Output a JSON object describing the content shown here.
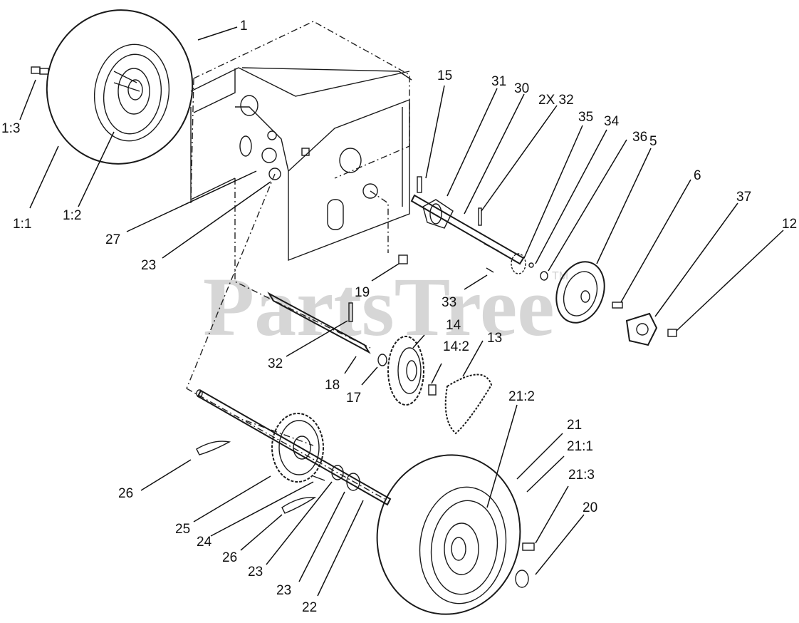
{
  "watermark": {
    "text": "PartsTree",
    "trademark": "TM"
  },
  "callouts": [
    {
      "id": "c-1",
      "text": "1"
    },
    {
      "id": "c-1-3",
      "text": "1:3"
    },
    {
      "id": "c-1-1",
      "text": "1:1"
    },
    {
      "id": "c-1-2",
      "text": "1:2"
    },
    {
      "id": "c-27",
      "text": "27"
    },
    {
      "id": "c-23a",
      "text": "23"
    },
    {
      "id": "c-15",
      "text": "15"
    },
    {
      "id": "c-31",
      "text": "31"
    },
    {
      "id": "c-30",
      "text": "30"
    },
    {
      "id": "c-2x32",
      "text": "2X 32"
    },
    {
      "id": "c-35",
      "text": "35"
    },
    {
      "id": "c-34",
      "text": "34"
    },
    {
      "id": "c-36",
      "text": "36"
    },
    {
      "id": "c-5",
      "text": "5"
    },
    {
      "id": "c-6",
      "text": "6"
    },
    {
      "id": "c-37",
      "text": "37"
    },
    {
      "id": "c-12",
      "text": "12"
    },
    {
      "id": "c-19",
      "text": "19"
    },
    {
      "id": "c-33",
      "text": "33"
    },
    {
      "id": "c-14",
      "text": "14"
    },
    {
      "id": "c-13",
      "text": "13"
    },
    {
      "id": "c-14-2",
      "text": "14:2"
    },
    {
      "id": "c-32",
      "text": "32"
    },
    {
      "id": "c-18",
      "text": "18"
    },
    {
      "id": "c-17",
      "text": "17"
    },
    {
      "id": "c-21-2",
      "text": "21:2"
    },
    {
      "id": "c-21",
      "text": "21"
    },
    {
      "id": "c-21-1",
      "text": "21:1"
    },
    {
      "id": "c-21-3",
      "text": "21:3"
    },
    {
      "id": "c-20",
      "text": "20"
    },
    {
      "id": "c-26a",
      "text": "26"
    },
    {
      "id": "c-25",
      "text": "25"
    },
    {
      "id": "c-24",
      "text": "24"
    },
    {
      "id": "c-26b",
      "text": "26"
    },
    {
      "id": "c-23b",
      "text": "23"
    },
    {
      "id": "c-23c",
      "text": "23"
    },
    {
      "id": "c-22",
      "text": "22"
    }
  ]
}
